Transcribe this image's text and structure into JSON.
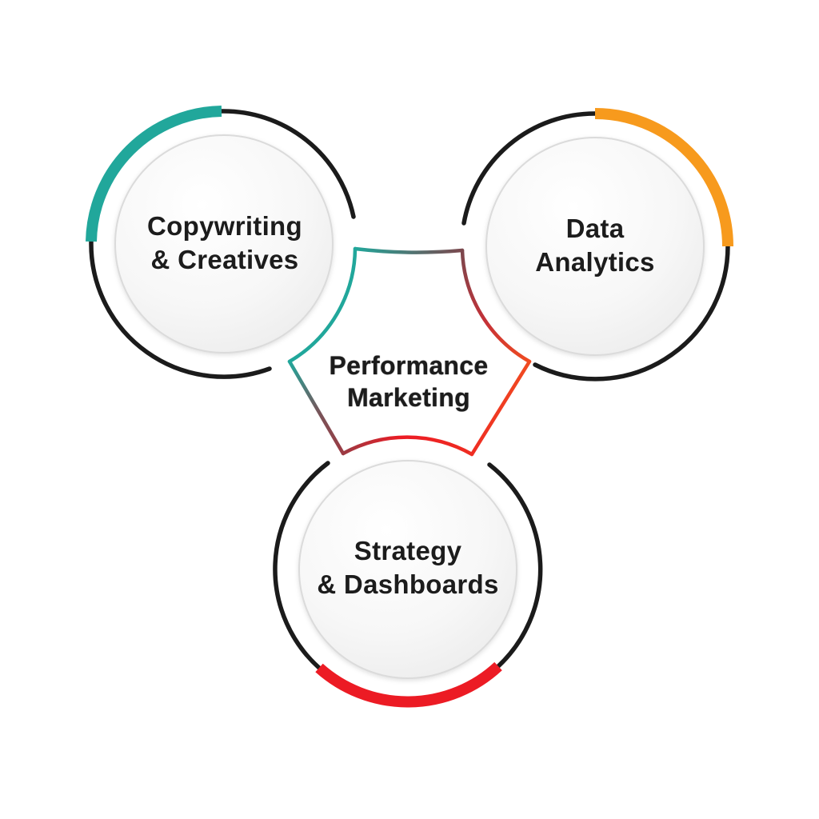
{
  "page": {
    "background": "#FFFFFF"
  },
  "diagram": {
    "center": {
      "line1": "Performance",
      "line2": "Marketing"
    },
    "nodes": [
      {
        "id": "copywriting-creatives",
        "line1": "Copywriting",
        "line2": "& Creatives",
        "accent_color": "#21A79B",
        "position": "top-left"
      },
      {
        "id": "data-analytics",
        "line1": "Data",
        "line2": "Analytics",
        "accent_color": "#F79A1D",
        "position": "top-right"
      },
      {
        "id": "strategy-dashboards",
        "line1": "Strategy",
        "line2": "& Dashboards",
        "accent_color": "#EC1B24",
        "position": "bottom"
      }
    ],
    "colors": {
      "teal": "#21A79B",
      "orange": "#F79A1D",
      "red": "#EC1B24",
      "red-bright": "#EF2D22",
      "orange-red": "#F04B21",
      "maroon": "#7B474D",
      "dark-red": "#9C3A43",
      "mauve": "#77555A",
      "ring": "#1B1B1B",
      "text": "#1C1C1C",
      "circle-rim": "#DBDBDB",
      "bg": "#FFFFFF"
    }
  }
}
